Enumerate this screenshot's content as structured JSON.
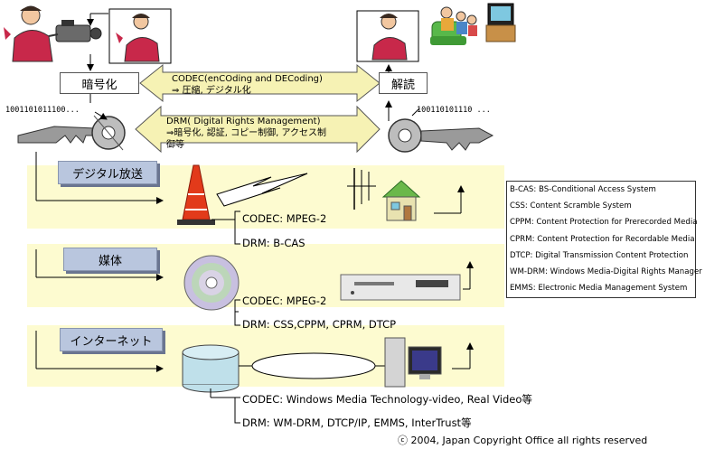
{
  "top": {
    "encode_label": "暗号化",
    "decode_label": "解読",
    "codec_arrow_line1": "CODEC(enCOding and DECoding)",
    "codec_arrow_line2": "⇒ 圧縮, デジタル化",
    "drm_arrow_line1": "DRM( Digital Rights Management)",
    "drm_arrow_line2": "⇒暗号化, 認証, コピー制御, アクセス制",
    "drm_arrow_line3": "御等",
    "bits_left": "1001101011100...",
    "bits_right": "100110101110 ..."
  },
  "sections": {
    "broadcast": {
      "tag": "デジタル放送",
      "codec": "CODEC: MPEG-2",
      "drm": "DRM: B-CAS"
    },
    "media": {
      "tag": "媒体",
      "codec": "CODEC: MPEG-2",
      "drm": "DRM: CSS,CPPM, CPRM, DTCP"
    },
    "internet": {
      "tag": "インターネット",
      "codec": "CODEC: Windows Media Technology-video, Real Video等",
      "drm": "DRM: WM-DRM, DTCP/IP, EMMS, InterTrust等"
    }
  },
  "legend": [
    "B-CAS: BS-Conditional Access System",
    "CSS: Content Scramble System",
    "CPPM: Content Protection for Prerecorded Media",
    "CPRM: Content Protection for Recordable Media",
    "DTCP: Digital Transmission Content Protection",
    "WM-DRM: Windows Media-Digital Rights Manager",
    "EMMS: Electronic Media Management System"
  ],
  "copyright": "ⓒ 2004, Japan Copyright Office all rights reserved",
  "colors": {
    "band": "#fdfbd0",
    "tag": "#b9c6de",
    "arrow_fill": "#f6f2b4"
  }
}
